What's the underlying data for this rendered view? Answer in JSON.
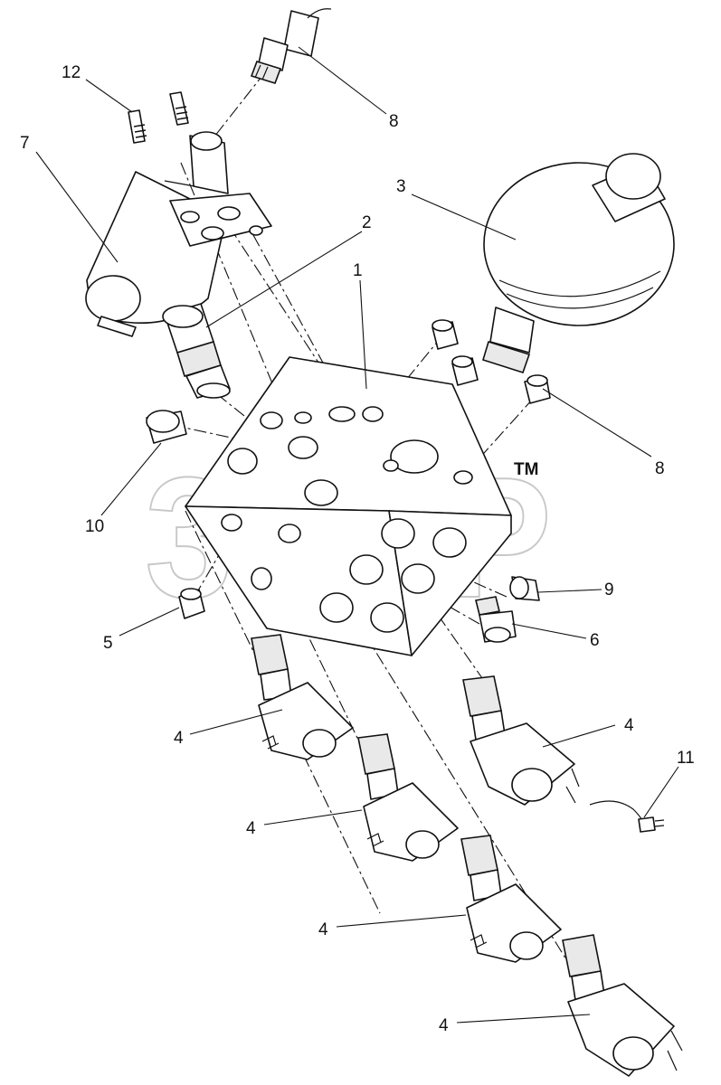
{
  "watermark": {
    "text": "3TCP",
    "trademark": "TM"
  },
  "callouts": [
    {
      "id": "c1",
      "label": "1"
    },
    {
      "id": "c2",
      "label": "2"
    },
    {
      "id": "c3",
      "label": "3"
    },
    {
      "id": "c4a",
      "label": "4"
    },
    {
      "id": "c4b",
      "label": "4"
    },
    {
      "id": "c4c",
      "label": "4"
    },
    {
      "id": "c4d",
      "label": "4"
    },
    {
      "id": "c4e",
      "label": "4"
    },
    {
      "id": "c5",
      "label": "5"
    },
    {
      "id": "c6",
      "label": "6"
    },
    {
      "id": "c7",
      "label": "7"
    },
    {
      "id": "c8a",
      "label": "8"
    },
    {
      "id": "c8b",
      "label": "8"
    },
    {
      "id": "c9",
      "label": "9"
    },
    {
      "id": "c10",
      "label": "10"
    },
    {
      "id": "c11",
      "label": "11"
    },
    {
      "id": "c12",
      "label": "12"
    }
  ]
}
